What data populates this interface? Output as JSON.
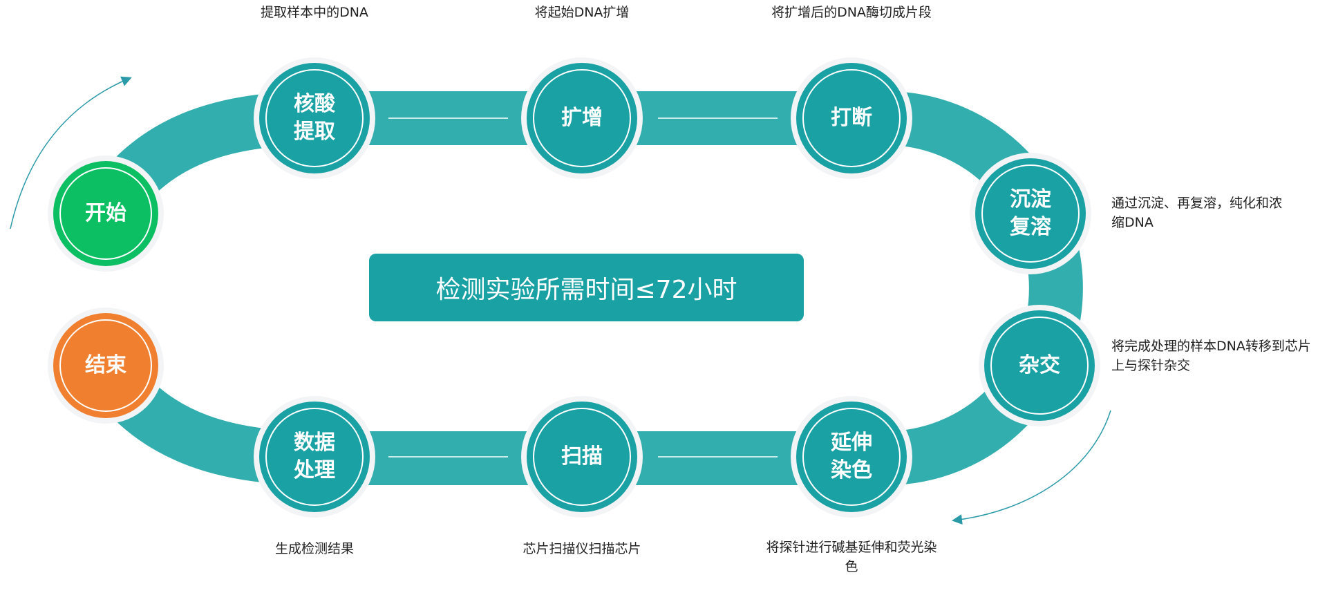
{
  "center_label": "检测实验所需时间≤72小时",
  "colors": {
    "track": "#33aeae",
    "node": "#1aa1a4",
    "start": "#0dbf63",
    "end": "#f08030"
  },
  "nodes": [
    {
      "label": "开始"
    },
    {
      "label": "核酸提取"
    },
    {
      "label": "扩增"
    },
    {
      "label": "打断"
    },
    {
      "label": "沉淀复溶"
    },
    {
      "label": "杂交"
    },
    {
      "label": "延伸染色"
    },
    {
      "label": "扫描"
    },
    {
      "label": "数据处理"
    },
    {
      "label": "结束"
    }
  ],
  "descriptions": {
    "extract": "提取样本中的DNA",
    "amplify": "将起始DNA扩增",
    "fragment": "将扩增后的DNA酶切成片段",
    "precipitate": "通过沉淀、再复溶，纯化和浓缩DNA",
    "hybridize": "将完成处理的样本DNA转移到芯片上与探针杂交",
    "extend": "将探针进行碱基延伸和荧光染色",
    "scan": "芯片扫描仪扫描芯片",
    "analyze": "生成检测结果"
  }
}
